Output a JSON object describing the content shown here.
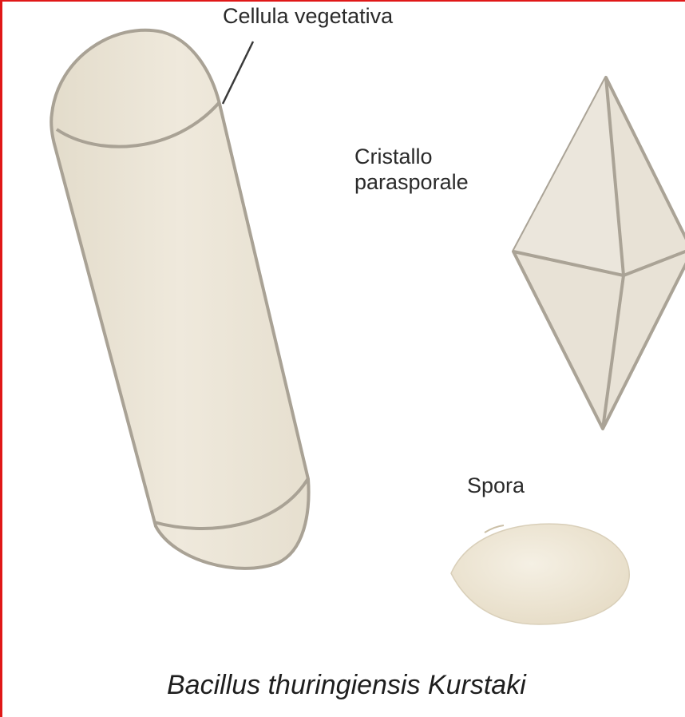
{
  "labels": {
    "vegetative_cell": "Cellula vegetativa",
    "crystal_line1": "Cristallo",
    "crystal_line2": "parasporale",
    "spore": "Spora"
  },
  "caption": "Bacillus thuringiensis Kurstaki",
  "colors": {
    "frame": "#e01818",
    "fill": "#ebe4d4",
    "outline": "#a9a295",
    "text": "#2a2a2a"
  }
}
